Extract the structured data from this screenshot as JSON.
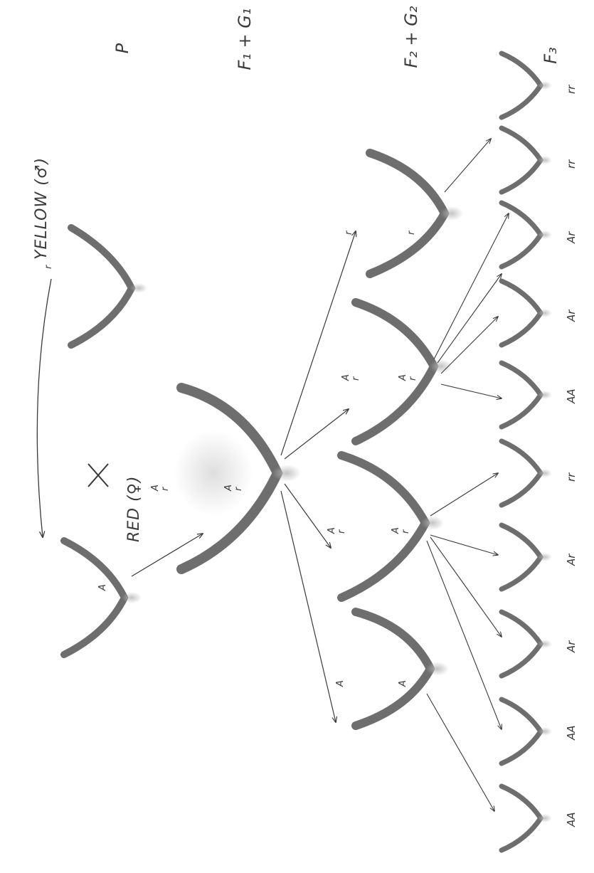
{
  "parents": {
    "female_label": "RED (♀)",
    "male_label": "YELLOW (♂)",
    "cross_symbol": "×",
    "female_allele": "A",
    "male_allele": "r"
  },
  "generations": {
    "p": "P",
    "f1": "F₁ + G₁",
    "f2": "F₂ + G₂",
    "f3": "F₃"
  },
  "f1_plant": {
    "alleles_top": [
      "A",
      "r"
    ],
    "alleles_mid": [
      "A",
      "r"
    ]
  },
  "f2_plants": [
    {
      "alleles_top": [
        "A"
      ],
      "alleles_mid": [
        "A"
      ]
    },
    {
      "alleles_top": [
        "A",
        "r"
      ],
      "alleles_mid": [
        "A",
        "r"
      ]
    },
    {
      "alleles_top": [
        "A",
        "r"
      ],
      "alleles_mid": [
        "A",
        "r"
      ]
    },
    {
      "alleles_top": [
        "r"
      ],
      "alleles_mid": [
        "r"
      ]
    }
  ],
  "f3_labels": [
    "AA",
    "AA",
    "Ar",
    "Ar",
    "rr",
    "AA",
    "Ar",
    "Ar",
    "rr",
    "rr"
  ],
  "colors": {
    "ink": "#3a3a3a",
    "flower": "#6e6e6e",
    "shade": "#bdbdbd"
  }
}
